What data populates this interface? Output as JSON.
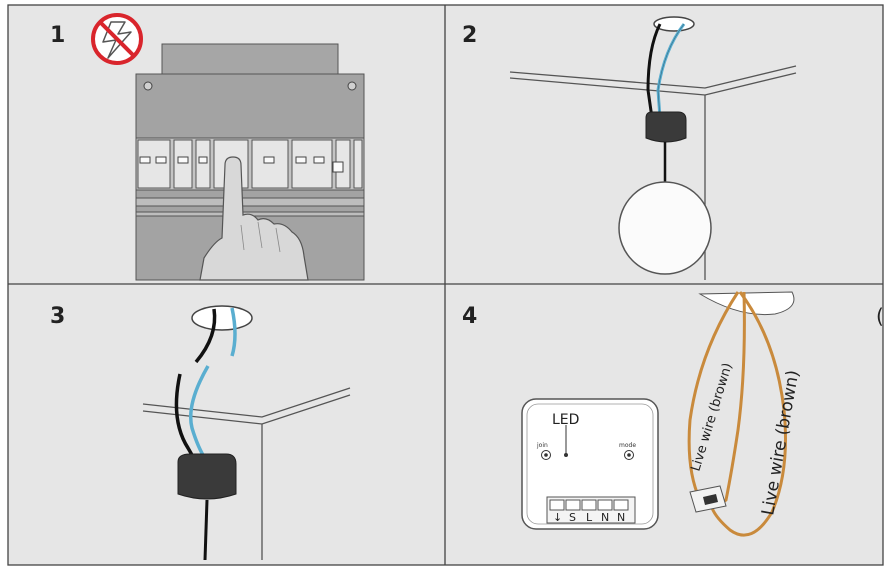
{
  "steps": [
    {
      "number": "1"
    },
    {
      "number": "2"
    },
    {
      "number": "3"
    },
    {
      "number": "4"
    }
  ],
  "device": {
    "led_label": "LED",
    "join_label": "join",
    "mode_label": "mode",
    "terminals": [
      "↓",
      "S",
      "L",
      "N",
      "N"
    ]
  },
  "wire_labels": {
    "inner": "Live wire (brown)",
    "outer": "Live wire (brown)"
  },
  "cut_off_text": "(",
  "icons": [
    "no-electricity-icon"
  ],
  "colors": {
    "panel_bg": "#e6e6e6",
    "border": "#444444",
    "live_wire": "#c98a3c",
    "neutral_wire": "#5aaed0",
    "warning_red": "#d9252c"
  }
}
